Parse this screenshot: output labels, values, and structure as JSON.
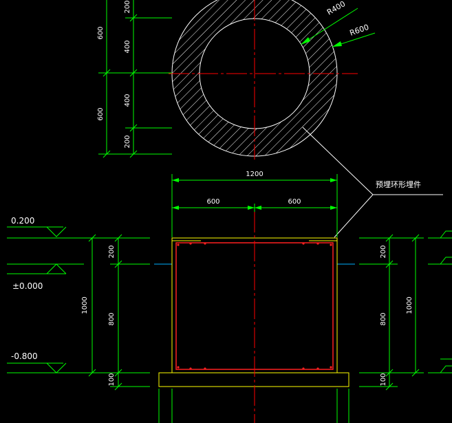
{
  "colors": {
    "background": "#000000",
    "dimension": "#00ff00",
    "axis": "#ff0000",
    "outline": "#ffff00",
    "ring": "#ffffff",
    "rebar": "#ff2020",
    "ground": "#00b0ff",
    "label": "#ffffff"
  },
  "plan_view": {
    "inner_radius_label": "R400",
    "outer_radius_label": "R600",
    "dims_left_outer": [
      "600",
      "600"
    ],
    "dims_left_inner": [
      "200",
      "400",
      "400",
      "200"
    ]
  },
  "callout": {
    "label": "预埋环形埋件"
  },
  "section_view": {
    "width_total": "1200",
    "width_left": "600",
    "width_right": "600",
    "left_dims": {
      "total": "1000",
      "top": "200",
      "mid": "800",
      "bottom": "100"
    },
    "right_dims": {
      "total": "1000",
      "top": "200",
      "mid": "800",
      "bottom": "100"
    }
  },
  "levels": [
    {
      "label": "0.200"
    },
    {
      "label": "±0.000"
    },
    {
      "label": "-0.800"
    }
  ]
}
